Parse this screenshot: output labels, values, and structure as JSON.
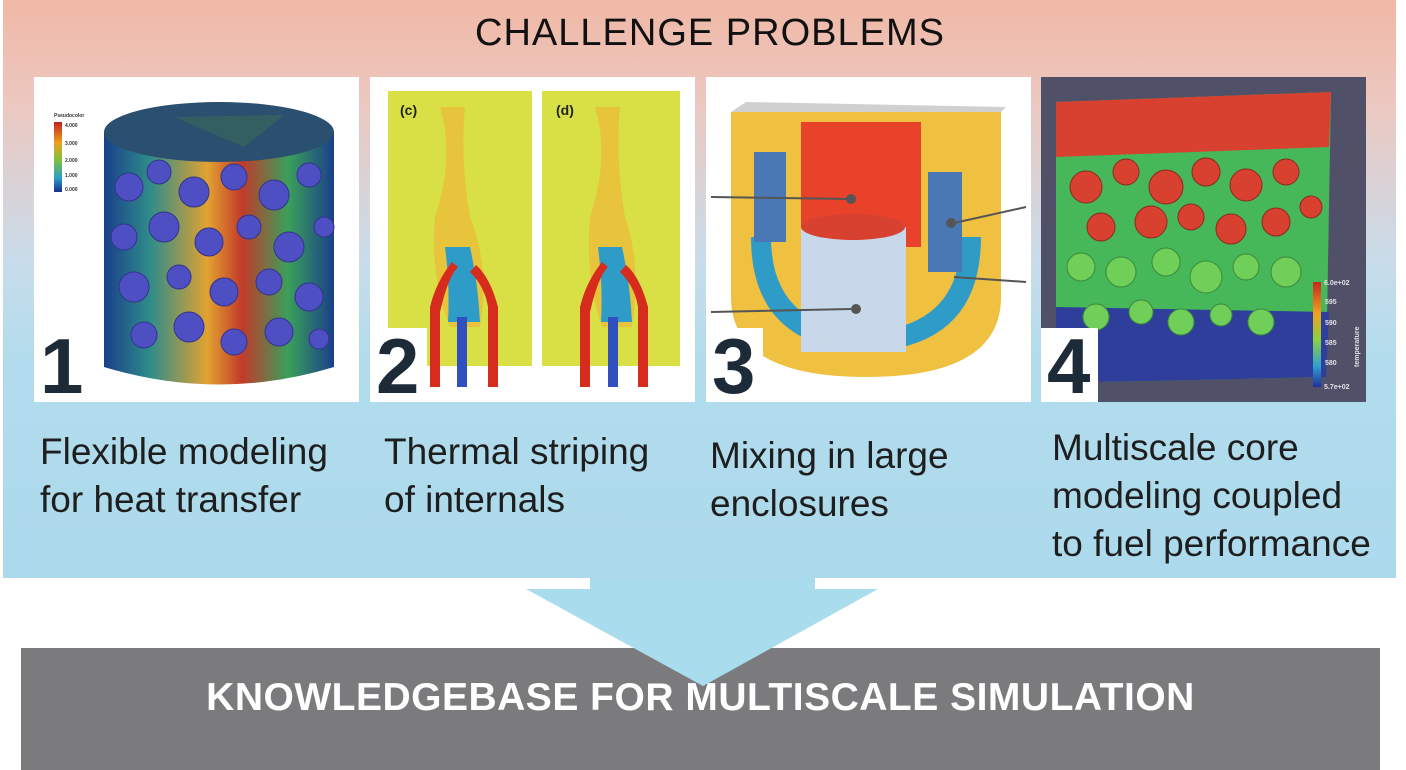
{
  "title": "CHALLENGE PROBLEMS",
  "panels": [
    {
      "number": "1",
      "caption_lines": [
        "Flexible modeling",
        "for heat transfer"
      ]
    },
    {
      "number": "2",
      "caption_lines": [
        "Thermal striping",
        "of internals"
      ],
      "sublabels": [
        "(c)",
        "(d)"
      ]
    },
    {
      "number": "3",
      "caption_lines": [
        "Mixing in large",
        "enclosures"
      ]
    },
    {
      "number": "4",
      "caption_lines": [
        "Multiscale core",
        "modeling coupled",
        "to fuel performance"
      ],
      "colorbar": {
        "top_label": "6.0e+02",
        "bottom_label": "5.7e+02",
        "ticks": [
          "595",
          "590",
          "585",
          "580"
        ],
        "title": "temperature"
      }
    }
  ],
  "footer": {
    "label": "KNOWLEDGEBASE FOR MULTISCALE SIMULATION"
  },
  "colors": {
    "band_top": "#f0b8a6",
    "band_bottom": "#acdaec",
    "arrow": "#a9dcec",
    "footer_bar": "#7b7b7d",
    "number": "#1d2b39"
  }
}
